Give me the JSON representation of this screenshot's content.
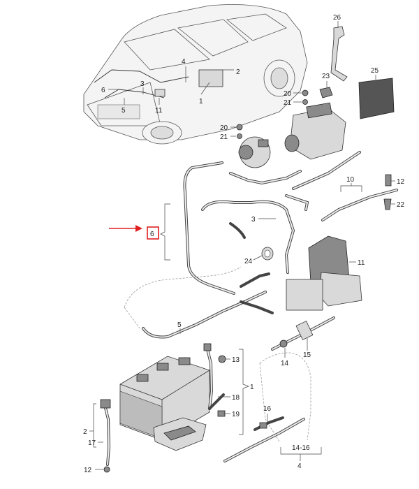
{
  "diagram": {
    "callouts": [
      {
        "id": "c1_car",
        "text": "1"
      },
      {
        "id": "c2_car",
        "text": "2"
      },
      {
        "id": "c3_car",
        "text": "3"
      },
      {
        "id": "c4_car",
        "text": "4"
      },
      {
        "id": "c5_car",
        "text": "5"
      },
      {
        "id": "c6_car",
        "text": "6"
      },
      {
        "id": "c11_car",
        "text": "11"
      },
      {
        "id": "c26",
        "text": "26"
      },
      {
        "id": "c23",
        "text": "23"
      },
      {
        "id": "c25",
        "text": "25"
      },
      {
        "id": "c20a",
        "text": "20"
      },
      {
        "id": "c21a",
        "text": "21"
      },
      {
        "id": "c20b",
        "text": "20"
      },
      {
        "id": "c21b",
        "text": "21"
      },
      {
        "id": "c12a",
        "text": "12"
      },
      {
        "id": "c10",
        "text": "10"
      },
      {
        "id": "c22",
        "text": "22"
      },
      {
        "id": "c3",
        "text": "3"
      },
      {
        "id": "c6",
        "text": "6"
      },
      {
        "id": "c24",
        "text": "24"
      },
      {
        "id": "c11",
        "text": "11"
      },
      {
        "id": "c5",
        "text": "5"
      },
      {
        "id": "c13",
        "text": "13"
      },
      {
        "id": "c14",
        "text": "14"
      },
      {
        "id": "c15",
        "text": "15"
      },
      {
        "id": "c1",
        "text": "1"
      },
      {
        "id": "c18",
        "text": "18"
      },
      {
        "id": "c19",
        "text": "19"
      },
      {
        "id": "c2",
        "text": "2"
      },
      {
        "id": "c17",
        "text": "17"
      },
      {
        "id": "c12b",
        "text": "12"
      },
      {
        "id": "c16",
        "text": "16"
      },
      {
        "id": "c1416",
        "text": "14-16"
      },
      {
        "id": "c4",
        "text": "4"
      }
    ],
    "highlight_color": "#e02020",
    "line_color": "#333333"
  }
}
